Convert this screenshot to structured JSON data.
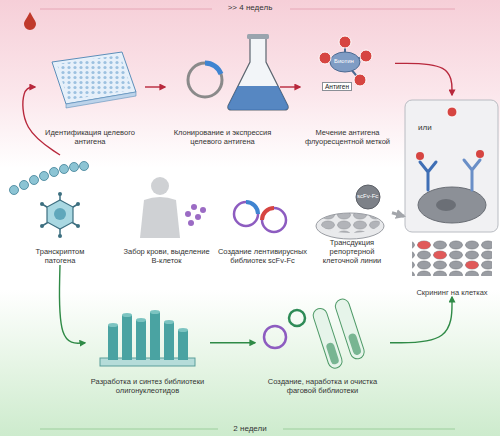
{
  "diagram": {
    "nodes": [
      {
        "text": [
          ">> 4 недель"
        ]
      },
      {
        "text": [
          "Идентификация целевого антигена"
        ],
        "in": 0
      },
      {
        "text": [
          "Клонирование и экспрессия целевого антигена"
        ],
        "in": 0
      },
      {
        "text": [
          "Мечение антигена флуоресцентной меткой"
        ],
        "in": 0
      },
      {
        "text": [
          "Транскриптом патогена"
        ]
      },
      {
        "text": [
          "Забор крови, выделение В-клеток"
        ]
      },
      {
        "text": [
          "Создание лентивирусных библиотек scFv-Fc"
        ]
      },
      {
        "text": [
          "Трансдукция репортерной клеточной линии"
        ]
      },
      {
        "text": [
          "Скрининг на клетках"
        ]
      },
      {
        "text": [
          "2 недели"
        ]
      },
      {
        "text": [
          "Разработка и синтез библиотеки олигонуклеотидов"
        ],
        "in": 9
      },
      {
        "text": [
          "Создание, наработка и очистка фаговой библиотеки"
        ],
        "in": 9
      }
    ],
    "edges": [
      {
        "from": 4,
        "to": 1,
        "arrow": "to"
      },
      {
        "from": 1,
        "to": 2,
        "arrow": "to"
      },
      {
        "from": 2,
        "to": 3,
        "arrow": "to"
      },
      {
        "from": 3,
        "to": 8,
        "arrow": "to"
      },
      {
        "from": 7,
        "to": 8,
        "arrow": "to"
      },
      {
        "from": 4,
        "to": 10,
        "arrow": "to"
      },
      {
        "from": 10,
        "to": 11,
        "arrow": "to"
      },
      {
        "from": 11,
        "to": 8,
        "arrow": "to"
      }
    ],
    "labels": [
      "Биотин",
      "Антиген",
      "или",
      "scFv-Fc"
    ]
  }
}
